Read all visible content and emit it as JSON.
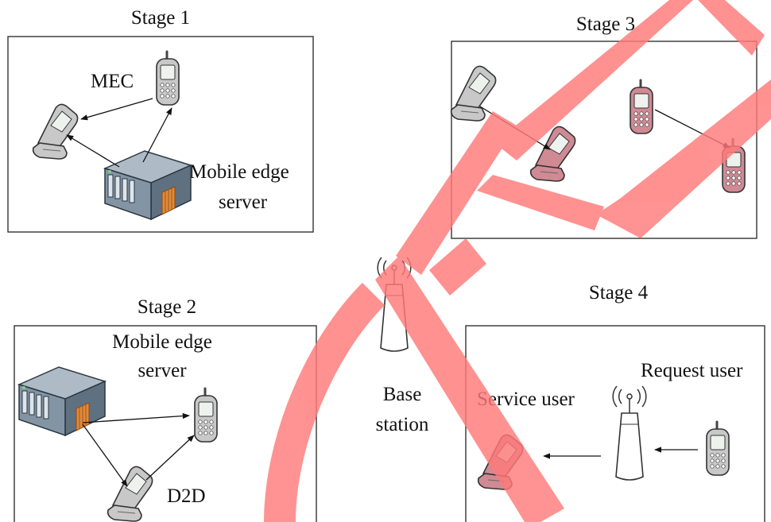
{
  "stages": {
    "stage1": {
      "title": "Stage 1",
      "mec_label": "MEC",
      "server_label_line1": "Mobile edge",
      "server_label_line2": "server"
    },
    "stage2": {
      "title": "Stage 2",
      "server_label_line1": "Mobile edge",
      "server_label_line2": "server",
      "d2d_label": "D2D"
    },
    "stage3": {
      "title": "Stage 3"
    },
    "stage4": {
      "title": "Stage 4",
      "service_user_label": "Service user",
      "request_user_label": "Request user"
    }
  },
  "base_station": {
    "label_line1": "Base",
    "label_line2": "station"
  },
  "watermark": {
    "text": "CTED",
    "color": "#ff0000"
  },
  "colors": {
    "phone_gray": "#c8c8c8",
    "phone_red": "#d08a94",
    "server_blue": "#6f8190",
    "server_orange": "#e08a3c"
  }
}
